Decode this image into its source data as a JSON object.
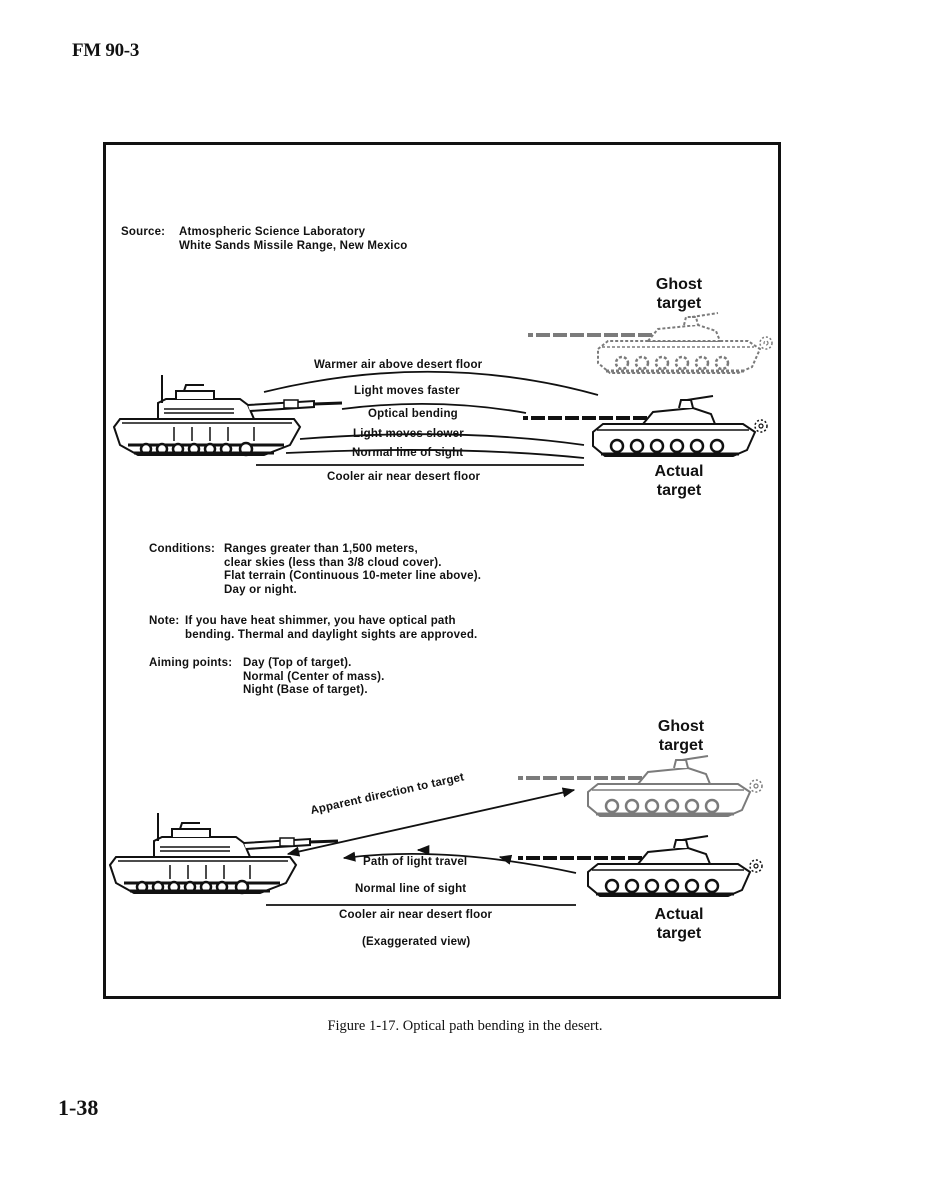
{
  "page": {
    "running_head": "FM 90-3",
    "page_number": "1-38",
    "caption": "Figure 1-17. Optical path bending in the desert."
  },
  "figure": {
    "source": {
      "label": "Source:",
      "lines": [
        "Atmospheric Science Laboratory",
        "White Sands Missile Range, New Mexico"
      ]
    },
    "top_diagram": {
      "ghost_target": [
        "Ghost",
        "target"
      ],
      "actual_target": [
        "Actual",
        "target"
      ],
      "layers": {
        "warmer_air": "Warmer air above desert floor",
        "light_faster": "Light moves faster",
        "optical_bending": "Optical bending",
        "light_slower": "Light moves slower",
        "normal_los": "Normal line of sight",
        "cooler_air": "Cooler air near desert floor"
      }
    },
    "conditions": {
      "label": "Conditions:",
      "lines": [
        "Ranges greater than 1,500 meters,",
        "clear skies (less than 3/8 cloud cover).",
        "Flat terrain (Continuous 10-meter line above).",
        "Day or night."
      ]
    },
    "note": {
      "label": "Note:",
      "lines": [
        "If you have heat shimmer, you have optical path",
        "bending. Thermal and daylight sights are approved."
      ]
    },
    "aiming_points": {
      "label": "Aiming points:",
      "lines": [
        "Day (Top of target).",
        "Normal (Center of mass).",
        "Night (Base of target)."
      ]
    },
    "bottom_diagram": {
      "ghost_target": [
        "Ghost",
        "target"
      ],
      "actual_target": [
        "Actual",
        "target"
      ],
      "apparent_direction": "Apparent direction to target",
      "path_of_light": "Path of light travel",
      "normal_los": "Normal line of sight",
      "cooler_air": "Cooler air near desert floor",
      "exaggerated": "(Exaggerated view)"
    }
  }
}
